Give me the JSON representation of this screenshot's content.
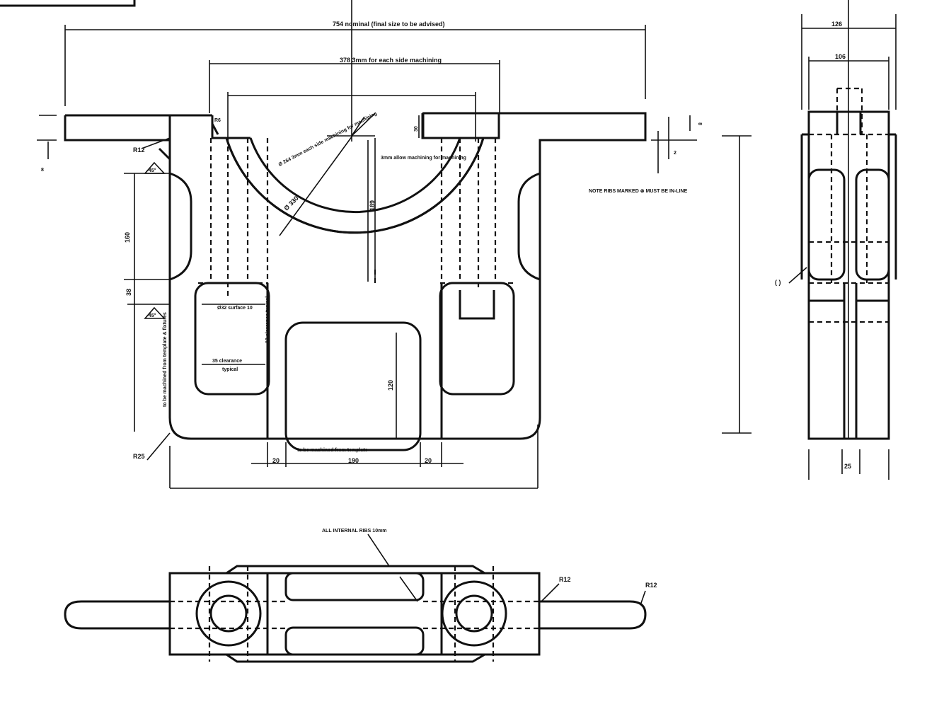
{
  "front_view": {
    "overall_length": "754 nominal (final size to be advised)",
    "bore_centres": "378 3mm for each side machining",
    "inner_bore_span": "",
    "bore_dia_label": "Ø 264 3mm each side machining for machining",
    "outer_dia_label": "Ø 330",
    "bore_machining_note": "3mm allow machining for machining",
    "lug_thickness": "30",
    "depth_189": "189",
    "dim_160": "160",
    "dim_38": "38",
    "dim_120": "120",
    "dim_190": "190",
    "dim_20_left": "20",
    "dim_20_right": "20",
    "dim_8_top": "8",
    "dim_8_bottom": "8",
    "dim_2": "2",
    "radius_12": "R12",
    "radius_6": "R6",
    "radius_25": "R25",
    "angle_45_top": "45°",
    "angle_45_bottom": "45°",
    "pocket_top_label": "Ø32 surface 10",
    "pocket_side_label": "10 clearance typical",
    "pocket_bottom_label": "35 clearance",
    "pocket_typical": "typical",
    "left_vertical_note": "to be machined from template & fixtures",
    "bottom_note": "to be machined from template",
    "note": "NOTE  RIBS MARKED ⊗ MUST BE IN-LINE"
  },
  "side_view": {
    "width_126": "126",
    "width_106": "106",
    "gap_25": "25",
    "marker": "( )"
  },
  "plan_view": {
    "rib_note": "ALL INTERNAL RIBS 10mm",
    "radius_12_a": "R12",
    "radius_12_b": "R12"
  }
}
